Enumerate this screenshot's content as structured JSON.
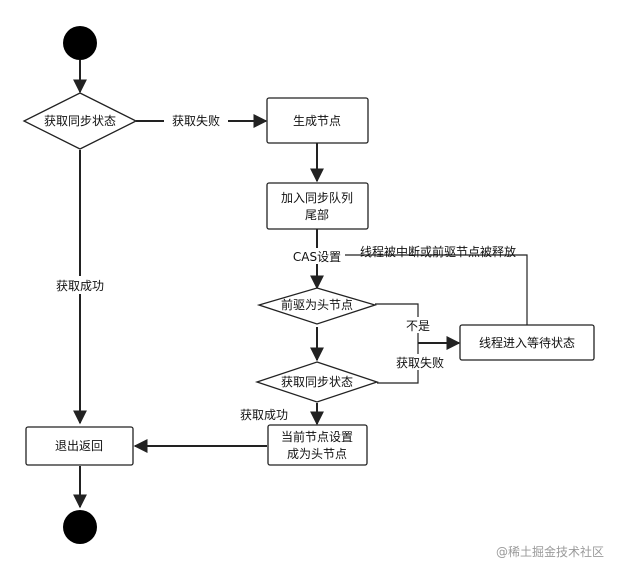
{
  "nodes": {
    "start": "",
    "decision_acquire": "获取同步状态",
    "generate_node": "生成节点",
    "enqueue_line1": "加入同步队列",
    "enqueue_line2": "尾部",
    "decision_prev_head": "前驱为头节点",
    "wait_state": "线程进入等待状态",
    "decision_acquire2": "获取同步状态",
    "set_head_line1": "当前节点设置",
    "set_head_line2": "成为头节点",
    "exit_return": "退出返回",
    "end": ""
  },
  "edges": {
    "acquire_fail": "获取失败",
    "acquire_success": "获取成功",
    "cas_set": "CAS设置",
    "interrupted_or_released": "线程被中断或前驱节点被释放",
    "not_head": "不是",
    "acquire_fail2": "获取失败",
    "acquire_success2": "获取成功"
  },
  "watermark": "@稀土掘金技术社区",
  "colors": {
    "stroke": "#222222",
    "fill": "#ffffff",
    "dot": "#000000",
    "watermark": "#9a9a9a"
  }
}
